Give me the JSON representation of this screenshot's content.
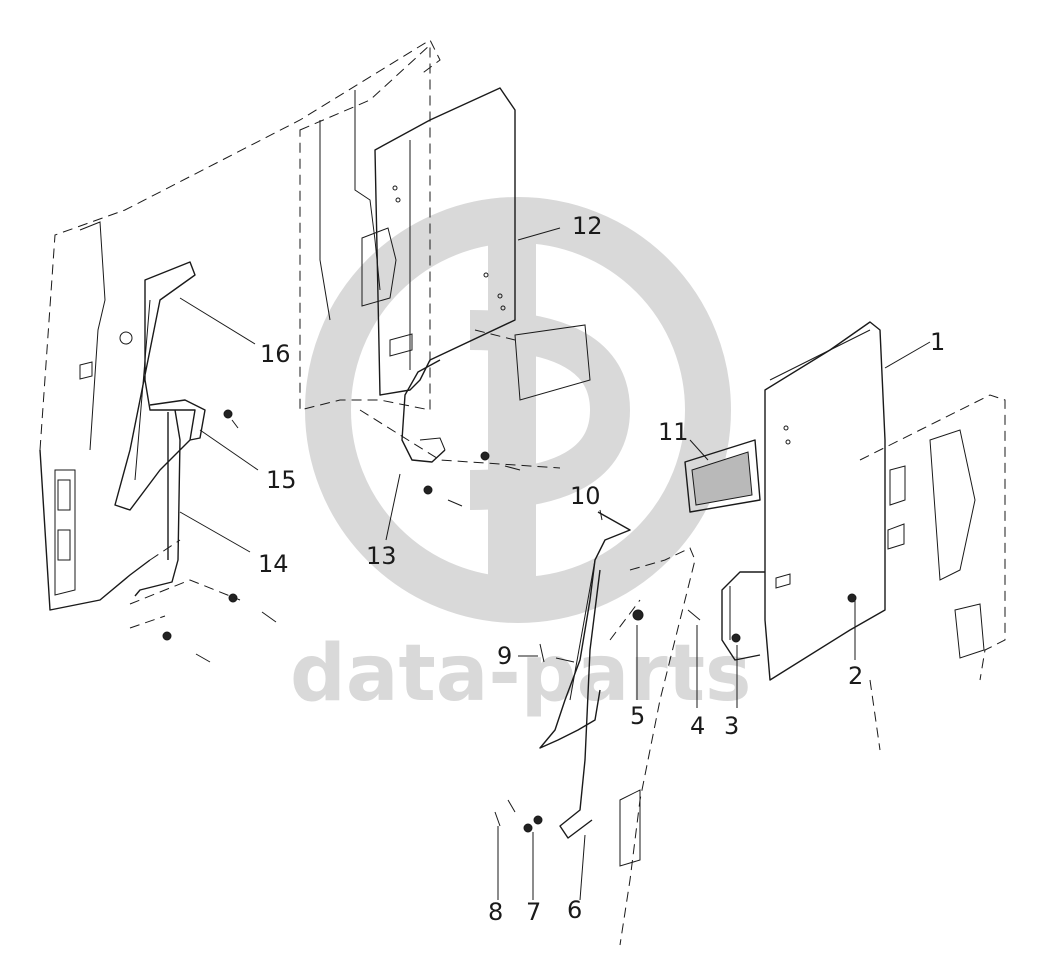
{
  "watermark": {
    "text": "data-parts",
    "color": "#d9d9d9"
  },
  "callouts": [
    {
      "id": "1",
      "text": "1"
    },
    {
      "id": "2",
      "text": "2"
    },
    {
      "id": "3",
      "text": "3"
    },
    {
      "id": "4",
      "text": "4"
    },
    {
      "id": "5",
      "text": "5"
    },
    {
      "id": "6",
      "text": "6"
    },
    {
      "id": "7",
      "text": "7"
    },
    {
      "id": "8",
      "text": "8"
    },
    {
      "id": "9",
      "text": "9"
    },
    {
      "id": "10",
      "text": "10"
    },
    {
      "id": "11",
      "text": "11"
    },
    {
      "id": "12",
      "text": "12"
    },
    {
      "id": "13",
      "text": "13"
    },
    {
      "id": "14",
      "text": "14"
    },
    {
      "id": "15",
      "text": "15"
    },
    {
      "id": "16",
      "text": "16"
    }
  ],
  "colors": {
    "line": "#1a1a1a",
    "background": "#ffffff",
    "watermark": "#d9d9d9"
  }
}
